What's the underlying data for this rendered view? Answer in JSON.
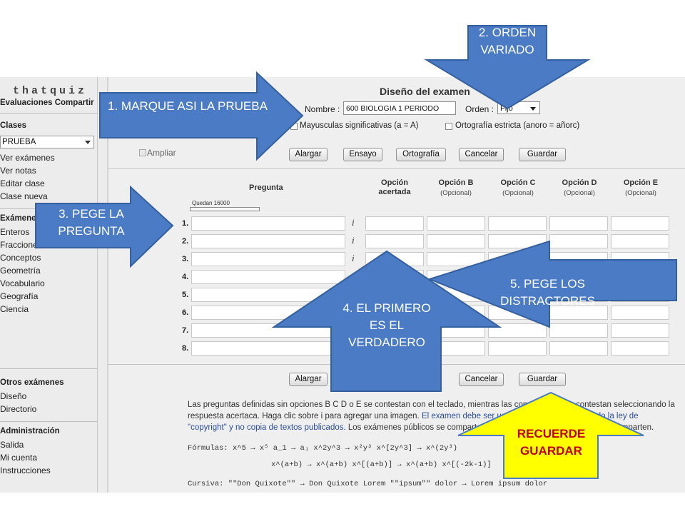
{
  "sidebar": {
    "brand": "thatquiz",
    "top_links": "Evaluaciones Compartir",
    "classes_heading": "Clases",
    "class_selected": "PRUEBA",
    "class_links": [
      "Ver exámenes",
      "Ver notas",
      "Editar clase",
      "Clase nueva"
    ],
    "exams_heading": "Exámenes",
    "exam_links": [
      "Enteros",
      "Fracciones",
      "Conceptos",
      "Geometría",
      "Vocabulario",
      "Geografía",
      "Ciencia"
    ],
    "other_heading": "Otros exámenes",
    "other_links": [
      "Diseño",
      "Directorio"
    ],
    "admin_heading": "Administración",
    "admin_links": [
      "Salida",
      "Mi cuenta",
      "Instrucciones"
    ]
  },
  "design": {
    "title": "Diseño del examen",
    "name_label": "Nombre :",
    "name_value": "600 BIOLOGIA 1 PERIODO",
    "order_label": "Orden :",
    "order_value": "Fijo",
    "case_label": "Mayusculas significativas (a = A)",
    "spelling_label": "Ortografía estricta (anoro = añorc)",
    "enlarge_label": "Ampliar",
    "toolbar": [
      "Alargar",
      "Ensayo",
      "Ortografía",
      "Cancelar",
      "Guardar"
    ],
    "bottom_toolbar": [
      "Alargar",
      "Cancelar",
      "Guardar"
    ]
  },
  "grid": {
    "question_header": "Pregunta",
    "remaining": "Quedan  16000",
    "columns": [
      {
        "title": "Opción acertada",
        "sub": ""
      },
      {
        "title": "Opción B",
        "sub": "(Opcional)"
      },
      {
        "title": "Opción C",
        "sub": "(Opcional)"
      },
      {
        "title": "Opción D",
        "sub": "(Opcional)"
      },
      {
        "title": "Opción E",
        "sub": "(Opcional)"
      }
    ],
    "rows": [
      "1.",
      "2.",
      "3.",
      "4.",
      "5.",
      "6.",
      "7.",
      "8."
    ],
    "image_marker": "i"
  },
  "help": {
    "line1": "Las preguntas definidas sin opciones B C D o E se contestan con el teclado, mientras las con opciones se contestan seleccionando la",
    "line2a": "respuesta acertaca. Haga clic sobre i para agregar una imagen. ",
    "line2b": "El examen debe ser un trabajo original respetando la ley de",
    "line3a": "\"copyright\" y no copia de textos publicados.",
    "line3b": " Los exámenes públicos se comparten con otros profesores que también comparten.",
    "formulas1": "Fórmulas: x^5 → x⁵   a_1 → a₁   x^2y^3 → x²y³   x^[2y^3] → x^(2y³)",
    "formulas2": "x^(a+b) → x^(a+b)   x^[(a+b)] → x^(a+b)   x^[(-2k-1)]",
    "cursive": "Cursiva: \"\"Don Quixote\"\" → Don Quixote    Lorem \"\"ipsum\"\" dolor → Lorem ipsum dolor"
  },
  "callouts": {
    "c1": "1. MARQUE ASI LA PRUEBA",
    "c2": "2. ORDEN VARIADO",
    "c3": "3. PEGE LA PREGUNTA",
    "c4": "4. EL PRIMERO ES EL VERDADERO",
    "c5": "5. PEGE LOS DISTRACTORES",
    "c6": "RECUERDE GUARDAR"
  },
  "colors": {
    "arrow_blue": "#4a7bc4",
    "arrow_border": "#35609f",
    "arrow_yellow": "#ffff00",
    "save_text": "#c00000"
  }
}
